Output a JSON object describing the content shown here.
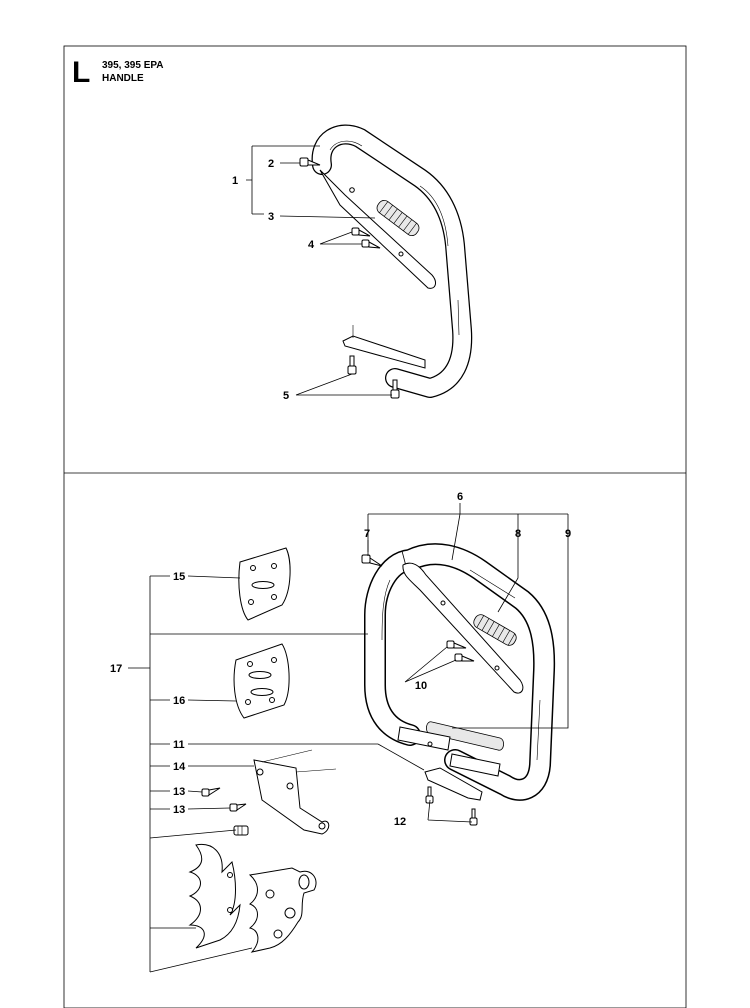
{
  "header": {
    "letter": "L",
    "model": "395, 395 EPA",
    "section": "HANDLE"
  },
  "callouts": {
    "n1": "1",
    "n2": "2",
    "n3": "3",
    "n4": "4",
    "n5": "5",
    "n6": "6",
    "n7": "7",
    "n8": "8",
    "n9": "9",
    "n10": "10",
    "n11": "11",
    "n12": "12",
    "n13a": "13",
    "n13b": "13",
    "n14": "14",
    "n15": "15",
    "n16": "16",
    "n17": "17"
  }
}
